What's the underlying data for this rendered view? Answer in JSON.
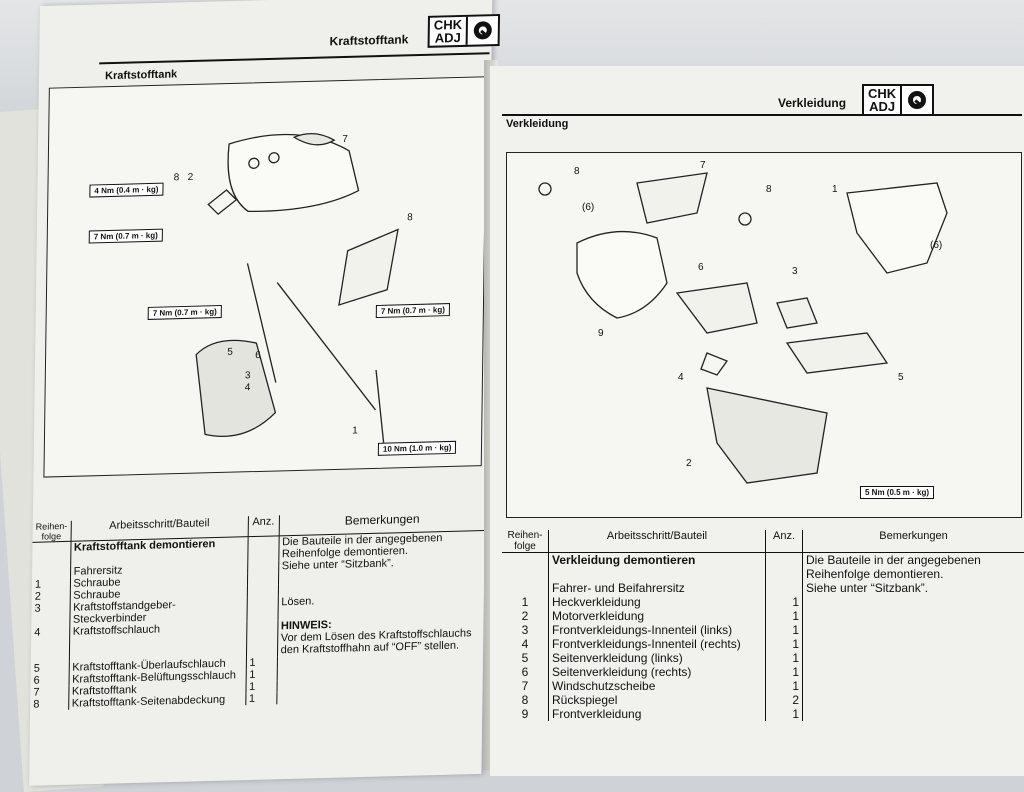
{
  "left_page": {
    "header_title": "Kraftstofftank",
    "badge_code_line1": "CHK",
    "badge_code_line2": "ADJ",
    "section_title": "Kraftstofftank",
    "diagram": {
      "callouts": [
        "7",
        "8",
        "2",
        "8",
        "6",
        "5",
        "3",
        "4",
        "1"
      ],
      "torques": [
        "4 Nm (0.4 m · kg)",
        "7 Nm (0.7 m · kg)",
        "7 Nm (0.7 m · kg)",
        "7 Nm (0.7 m · kg)",
        "10 Nm (1.0 m · kg)"
      ]
    },
    "table": {
      "headers": {
        "seq": "Reihen-\nfolge",
        "step": "Arbeitsschritt/Bauteil",
        "qty": "Anz.",
        "notes": "Bemerkungen"
      },
      "title": "Kraftstofftank demontieren",
      "title_note": "Die Bauteile in der angegebenen Reihenfolge demontieren.",
      "rows": [
        {
          "seq": "",
          "part": "Fahrersitz",
          "qty": "",
          "note": "Siehe unter “Sitzbank”."
        },
        {
          "seq": "1",
          "part": "Schraube",
          "qty": "",
          "note": ""
        },
        {
          "seq": "2",
          "part": "Schraube",
          "qty": "",
          "note": ""
        },
        {
          "seq": "3",
          "part": "Kraftstoffstandgeber-Steckverbinder",
          "qty": "",
          "note": "Lösen."
        },
        {
          "seq": "4",
          "part": "Kraftstoffschlauch",
          "qty": "",
          "note": ""
        },
        {
          "seq": "5",
          "part": "Kraftstofftank-Überlaufschlauch",
          "qty": "1",
          "note": ""
        },
        {
          "seq": "6",
          "part": "Kraftstofftank-Belüftungsschlauch",
          "qty": "1",
          "note": ""
        },
        {
          "seq": "7",
          "part": "Kraftstofftank",
          "qty": "1",
          "note": ""
        },
        {
          "seq": "8",
          "part": "Kraftstofftank-Seitenabdeckung",
          "qty": "1",
          "note": ""
        }
      ],
      "hinweis_label": "HINWEIS:",
      "hinweis_text": "Vor dem Lösen des Kraftstoffschlauchs den Kraftstoffhahn auf “OFF” stellen."
    }
  },
  "right_page": {
    "header_title": "Verkleidung",
    "badge_code_line1": "CHK",
    "badge_code_line2": "ADJ",
    "section_title": "Verkleidung",
    "diagram": {
      "callouts": [
        "8",
        "7",
        "8",
        "1",
        "(6)",
        "(6)",
        "6",
        "3",
        "9",
        "4",
        "5",
        "2"
      ],
      "torques": [
        "5 Nm (0.5 m · kg)"
      ]
    },
    "table": {
      "headers": {
        "seq": "Reihen-\nfolge",
        "step": "Arbeitsschritt/Bauteil",
        "qty": "Anz.",
        "notes": "Bemerkungen"
      },
      "title": "Verkleidung demontieren",
      "title_note": "Die Bauteile in der angegebenen Reihenfolge demontieren.",
      "rows": [
        {
          "seq": "",
          "part": "Fahrer- und Beifahrersitz",
          "qty": "",
          "note": "Siehe unter “Sitzbank”."
        },
        {
          "seq": "1",
          "part": "Heckverkleidung",
          "qty": "1",
          "note": ""
        },
        {
          "seq": "2",
          "part": "Motorverkleidung",
          "qty": "1",
          "note": ""
        },
        {
          "seq": "3",
          "part": "Frontverkleidungs-Innenteil (links)",
          "qty": "1",
          "note": ""
        },
        {
          "seq": "4",
          "part": "Frontverkleidungs-Innenteil (rechts)",
          "qty": "1",
          "note": ""
        },
        {
          "seq": "5",
          "part": "Seitenverkleidung (links)",
          "qty": "1",
          "note": ""
        },
        {
          "seq": "6",
          "part": "Seitenverkleidung (rechts)",
          "qty": "1",
          "note": ""
        },
        {
          "seq": "7",
          "part": "Windschutzscheibe",
          "qty": "1",
          "note": ""
        },
        {
          "seq": "8",
          "part": "Rückspiegel",
          "qty": "2",
          "note": ""
        },
        {
          "seq": "9",
          "part": "Frontverkleidung",
          "qty": "1",
          "note": ""
        }
      ]
    }
  }
}
